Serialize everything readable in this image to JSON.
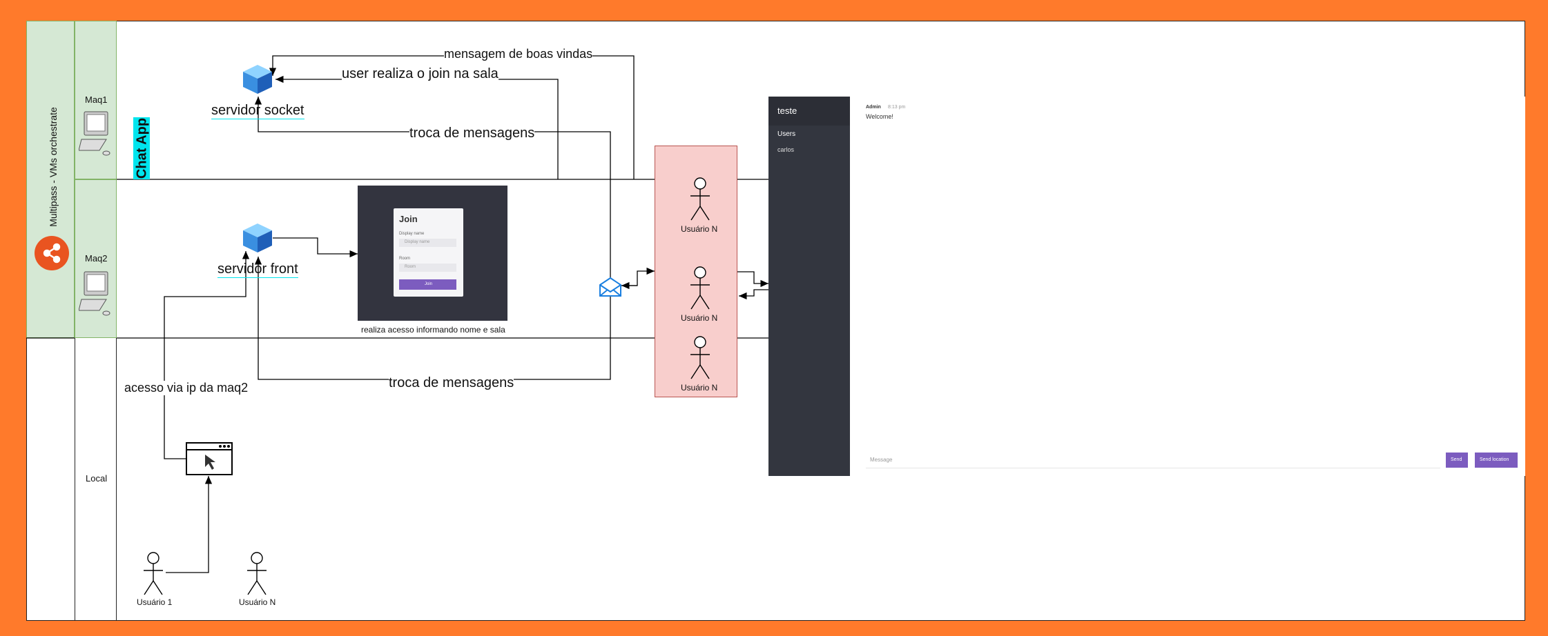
{
  "orchestrator": {
    "label": "Multipass - VMs orchestrate",
    "accent": "#e95420"
  },
  "lanes": {
    "maq1": "Maq1",
    "maq2": "Maq2",
    "local": "Local"
  },
  "pool": {
    "label": "Chat App",
    "highlight": "#00e5ee"
  },
  "nodes": {
    "socket": "servidor socket",
    "front": "servidor front"
  },
  "edges": {
    "welcome": "mensagem de boas vindas",
    "join": "user realiza o join na sala",
    "msgs_top": "troca de mensagens",
    "msgs_bottom": "troca de mensagens",
    "access": "acesso via ip da maq2"
  },
  "join_screen": {
    "caption": "realiza acesso informando nome e sala",
    "title": "Join",
    "name_label": "Display name",
    "name_placeholder": "Display name",
    "room_label": "Room",
    "room_placeholder": "Room",
    "button": "Join"
  },
  "users": {
    "group": [
      "Usuário N",
      "Usuário N",
      "Usuário N"
    ],
    "local": [
      "Usuário 1",
      "Usuário N"
    ],
    "group_fill": "#f8cecc"
  },
  "chat": {
    "room": "teste",
    "users_heading": "Users",
    "users": [
      "carlos"
    ],
    "message": {
      "author": "Admin",
      "time": "8:13 pm",
      "text": "Welcome!"
    },
    "input_placeholder": "Message",
    "send": "Send",
    "send_location": "Send location",
    "button_color": "#7c5cbf"
  },
  "colors": {
    "background": "#ff7a2b",
    "lane": "#d5e8d4",
    "lane_border": "#82b366"
  }
}
